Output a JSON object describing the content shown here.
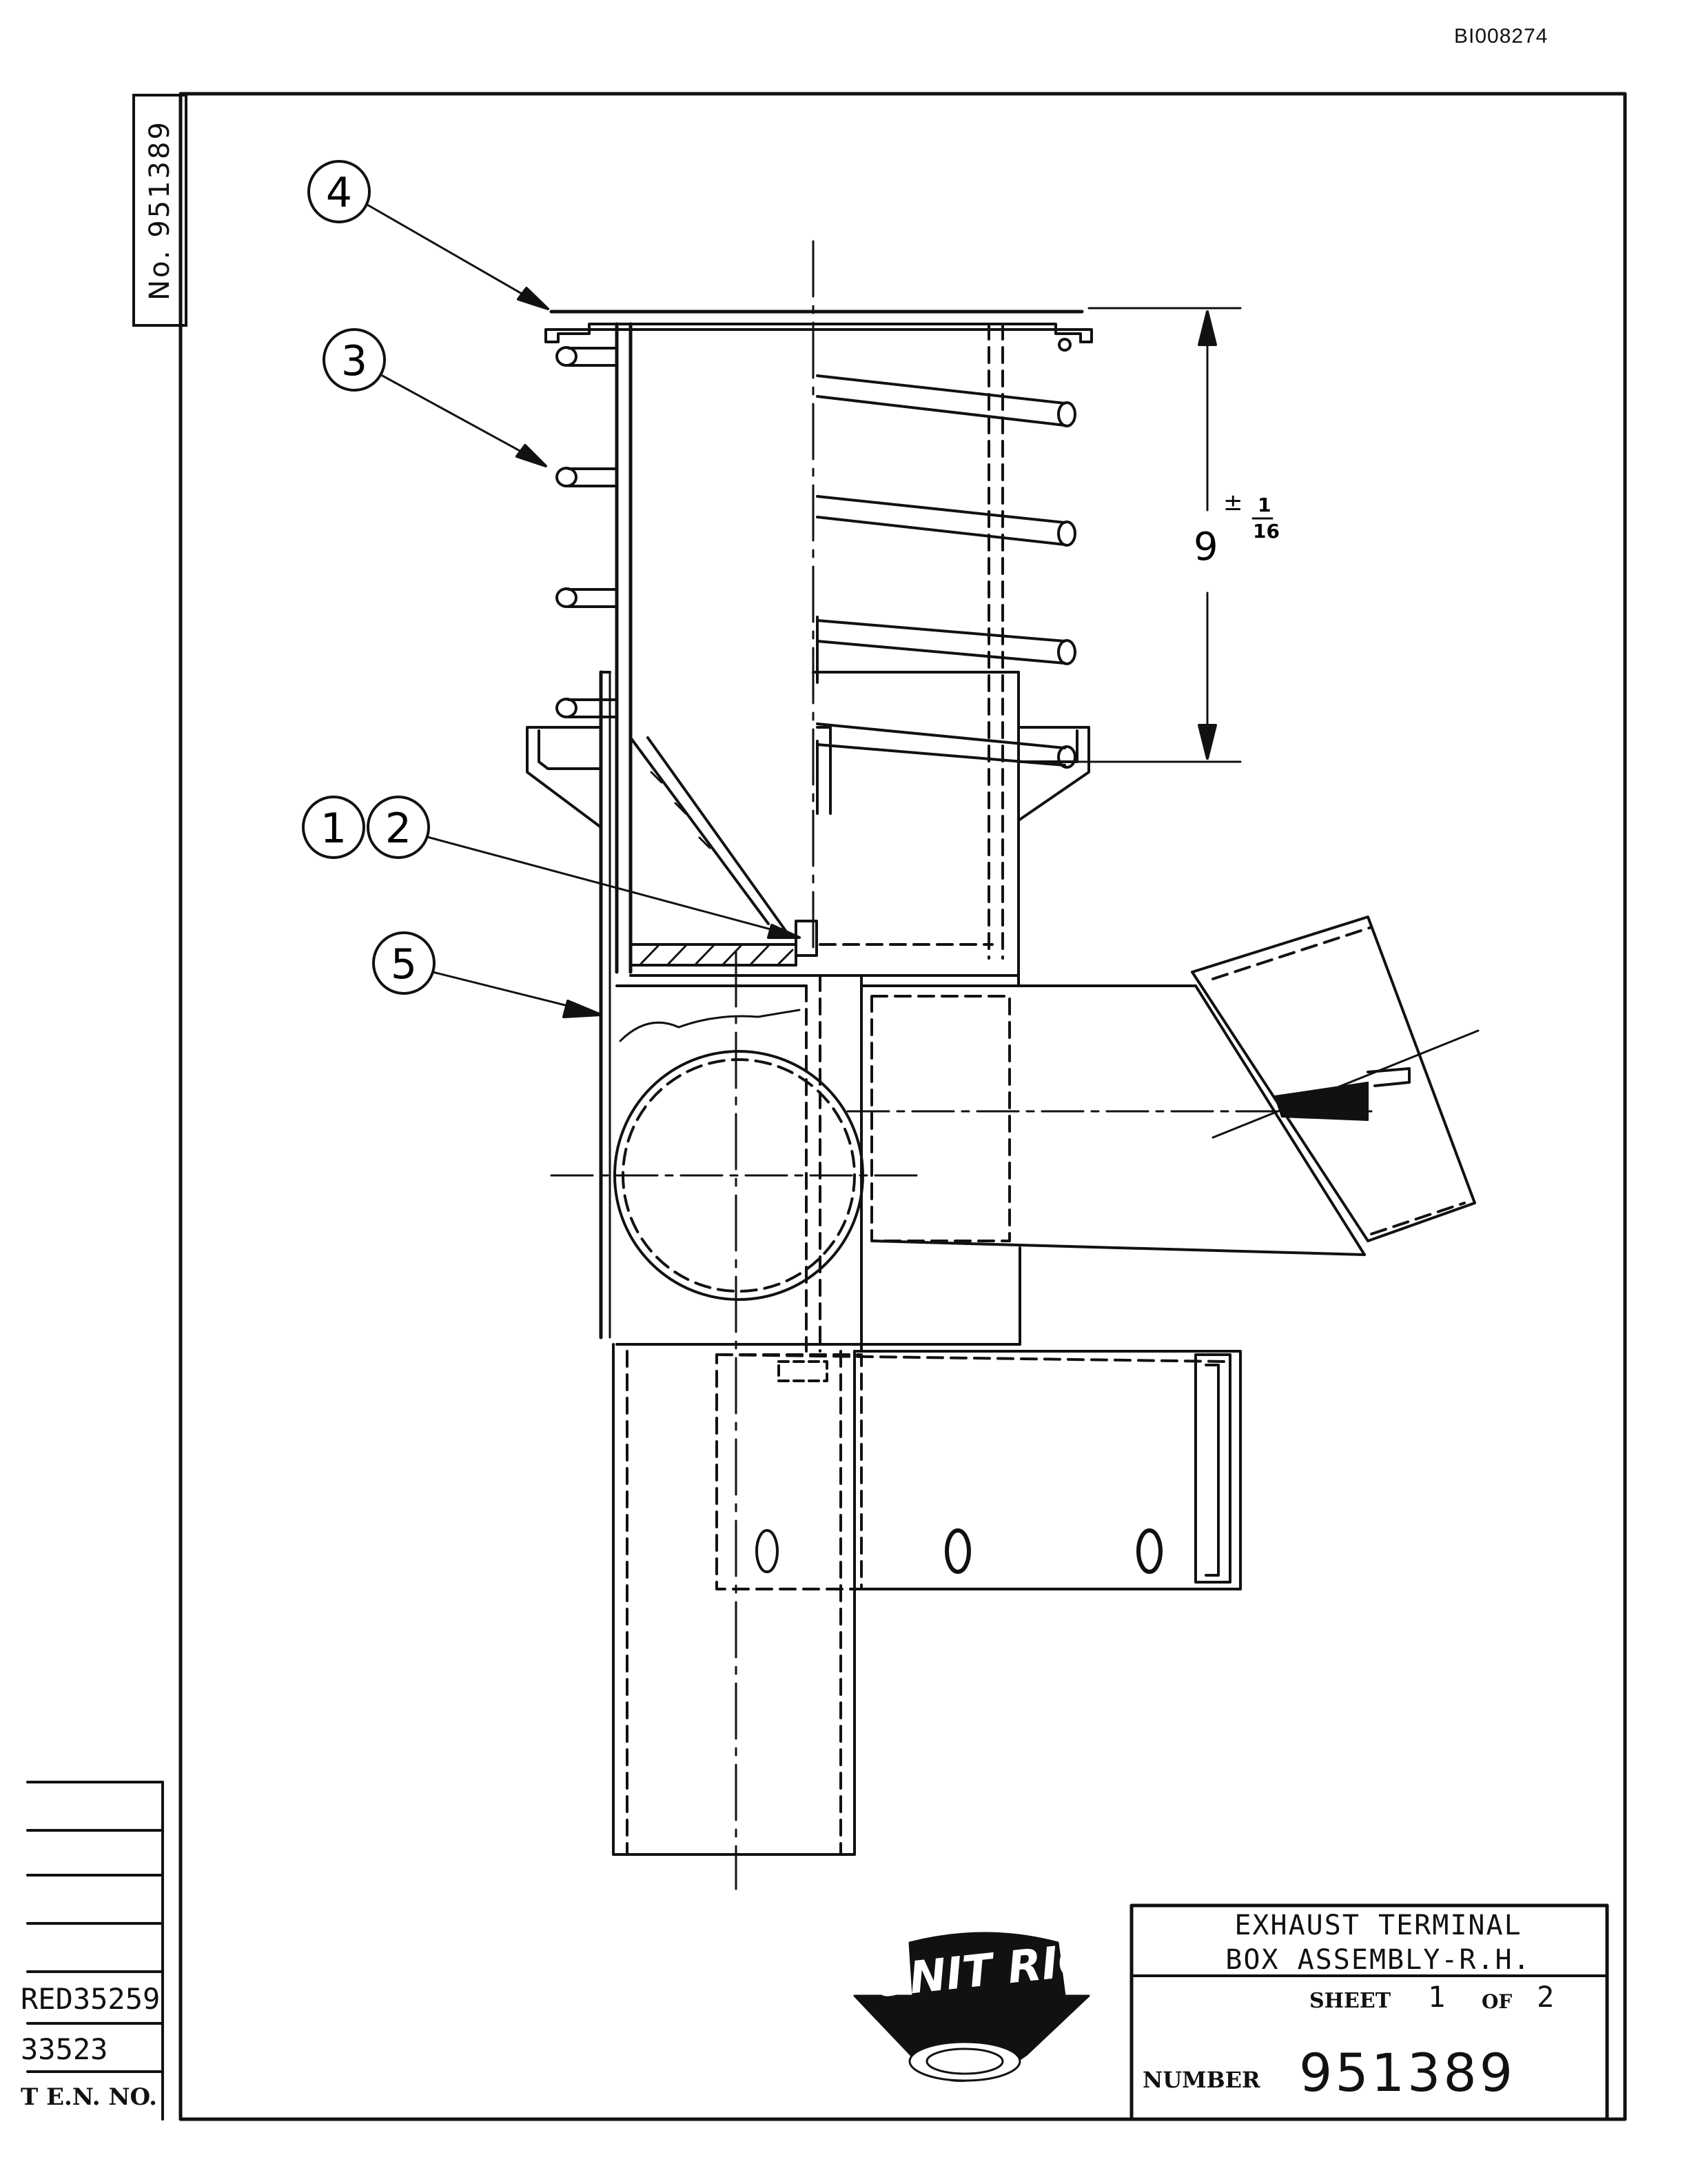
{
  "document_id": "BI008274",
  "drawing_number_vertical": "No. 951389",
  "balloons": {
    "b4": "4",
    "b3": "3",
    "b1": "1",
    "b2": "2",
    "b5": "5"
  },
  "dimension": {
    "value": "9",
    "tolerance_sign": "±",
    "tolerance_num": "1",
    "tolerance_den": "16"
  },
  "title_block": {
    "title_line1": "EXHAUST TERMINAL",
    "title_line2": "BOX ASSEMBLY-R.H.",
    "sheet_label": "SHEET",
    "sheet": "1",
    "of_label": "OF",
    "of": "2",
    "number_label": "NUMBER",
    "number": "951389"
  },
  "logo": {
    "text": "UNIT RIG"
  },
  "revision_block": {
    "line1": "RED35259",
    "line2": "33523",
    "line3": "T E.N. NO."
  }
}
